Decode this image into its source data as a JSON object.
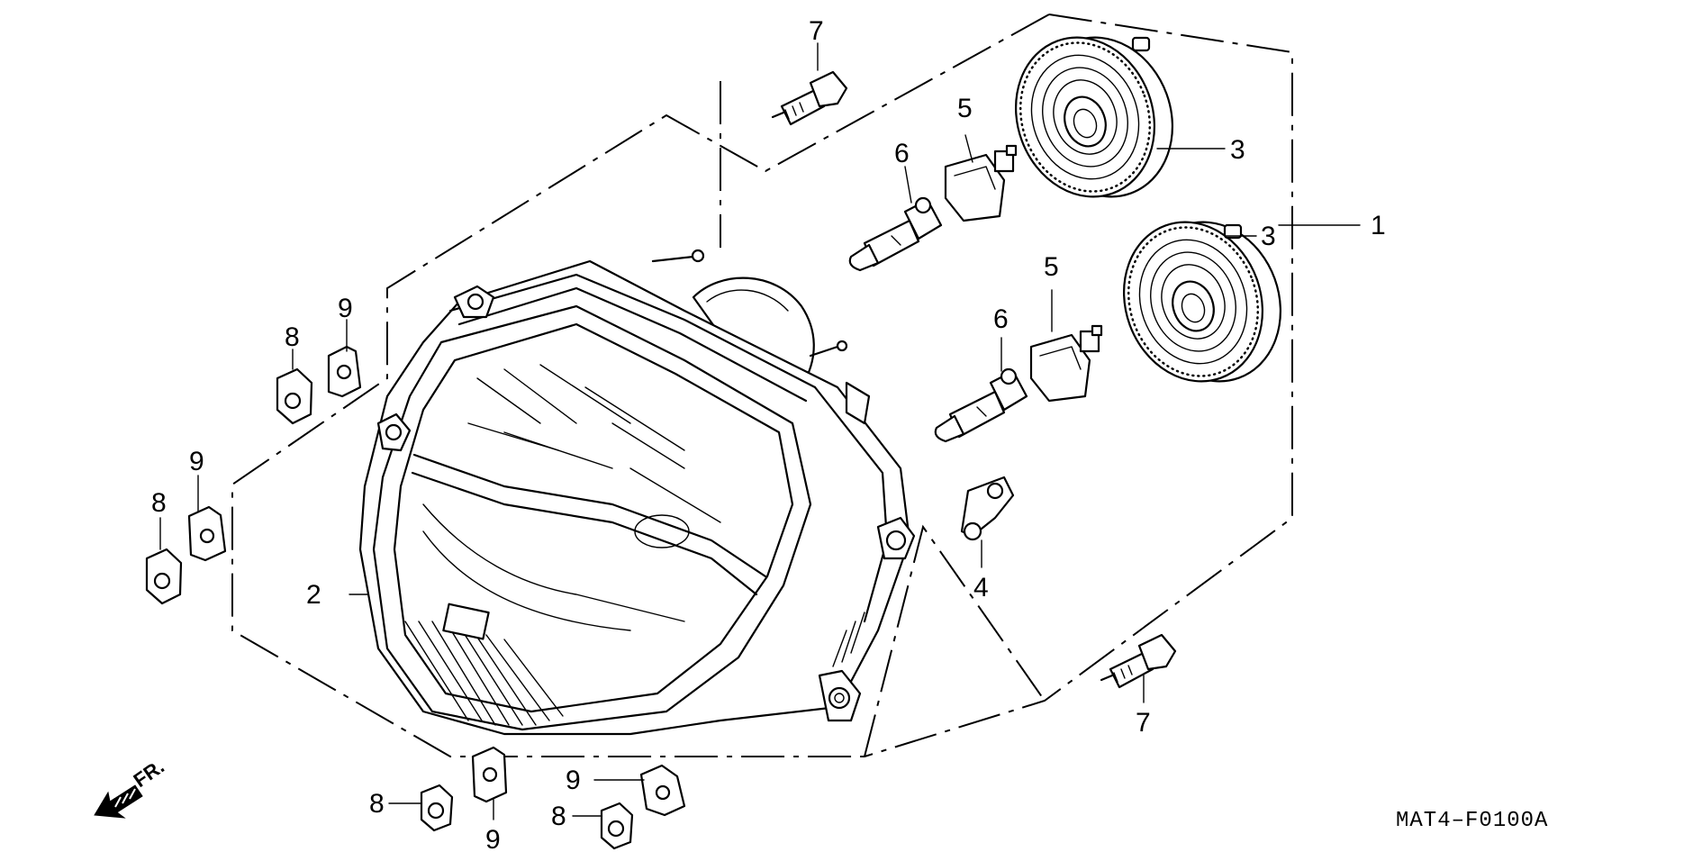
{
  "diagram": {
    "code": "MAT4–F0100A",
    "front_label": "FR.",
    "callouts": {
      "c1": "1",
      "c2": "2",
      "c3a": "3",
      "c3b": "3",
      "c4": "4",
      "c5a": "5",
      "c5b": "5",
      "c6a": "6",
      "c6b": "6",
      "c7a": "7",
      "c7b": "7",
      "c8a": "8",
      "c8b": "8",
      "c8c": "8",
      "c8d": "8",
      "c9a": "9",
      "c9b": "9",
      "c9c": "9",
      "c9d": "9"
    },
    "icons": {
      "front_arrow": "arrow-down-left-icon"
    }
  }
}
